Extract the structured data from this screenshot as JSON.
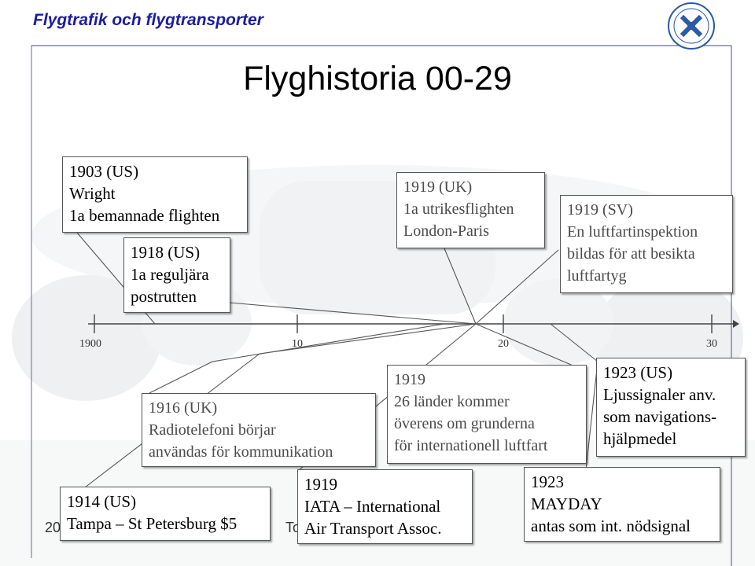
{
  "header": {
    "title": "Flygtrafik och flygtransporter"
  },
  "slide": {
    "title": "Flyghistoria 00-29"
  },
  "timeline": {
    "ticks": [
      "1900",
      "10",
      "20",
      "30"
    ]
  },
  "events": {
    "wright": [
      "1903 (US)",
      "Wright",
      "1a bemannade flighten"
    ],
    "postrutten": [
      "1918 (US)",
      "1a reguljära",
      "postrutten"
    ],
    "utrikes": [
      "1919 (UK)",
      "1a utrikesflighten",
      "London-Paris"
    ],
    "luftfart": [
      "1919 (SV)",
      "En luftfartinspektion",
      "bildas för att besikta",
      "luftfartyg"
    ],
    "radio": [
      "1916 (UK)",
      "Radiotelefoni börjar",
      "användas för kommunikation"
    ],
    "lander": [
      "1919",
      "26 länder kommer",
      "överens om grunderna",
      "för internationell luftfart"
    ],
    "ljus": [
      "1923 (US)",
      "Ljussignaler anv.",
      "som navigations-",
      "hjälpmedel"
    ],
    "tampa": [
      "1914 (US)",
      "Tampa – St Petersburg $5"
    ],
    "iata": [
      "1919",
      "IATA – International",
      "Air Transport Assoc."
    ],
    "mayday": [
      "1923",
      "MAYDAY",
      "antas som int. nödsignal"
    ]
  },
  "footer": {
    "left_fragment": "20",
    "mid_fragment": "To"
  },
  "colors": {
    "header": "#1c1ca0",
    "lines": "#555555"
  }
}
